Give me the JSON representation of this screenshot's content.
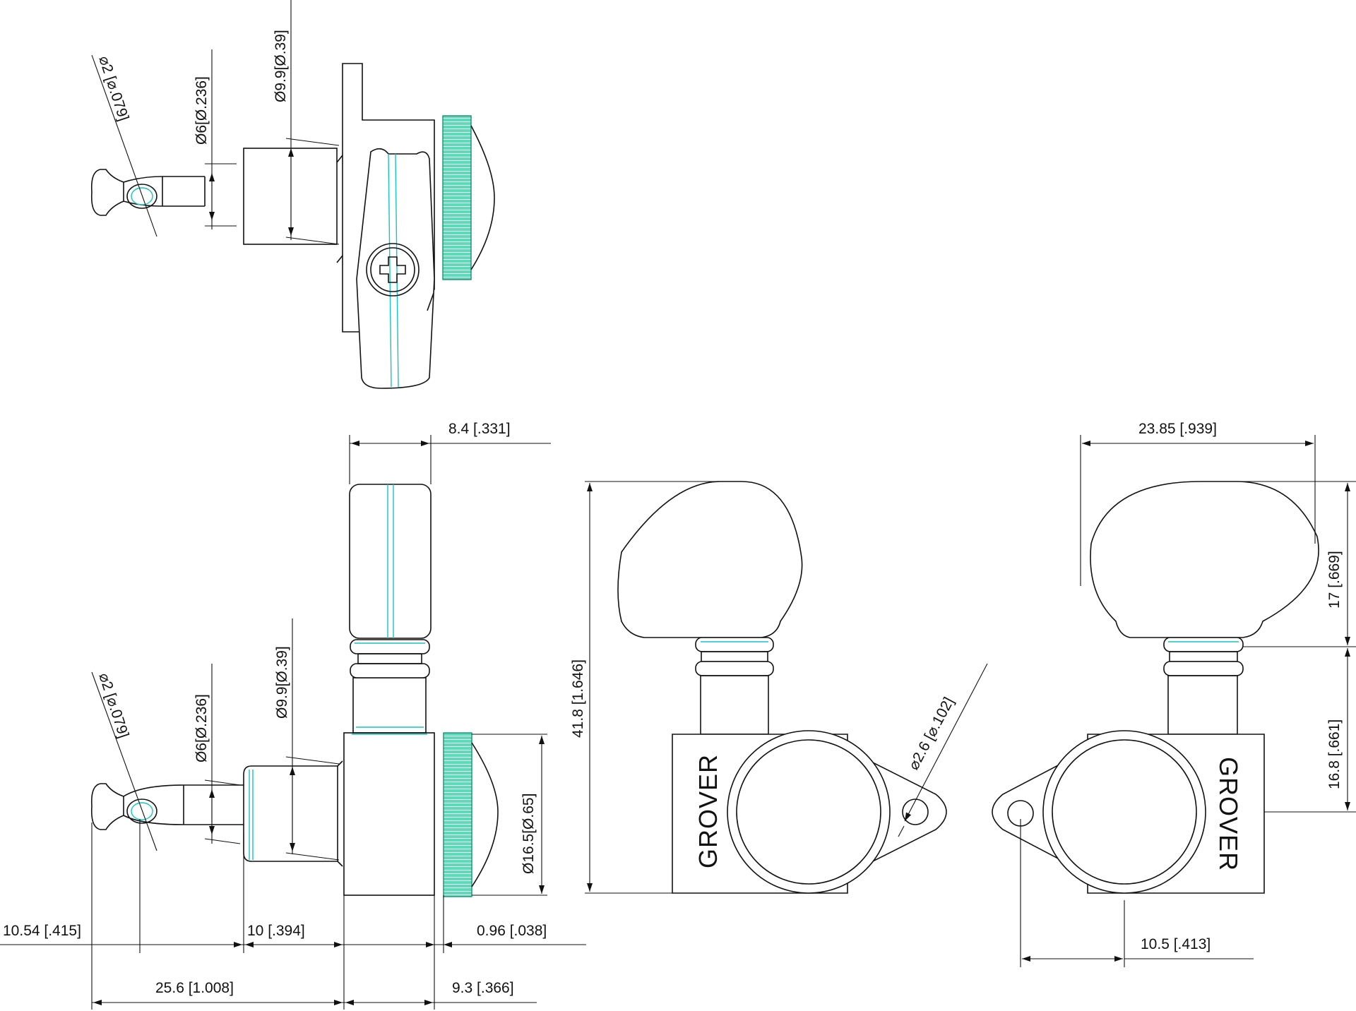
{
  "drawing": {
    "brand_text": "GROVER",
    "colors": {
      "line": "#111111",
      "accent_cyan": "#19c2c2",
      "knurl_green": "#5fd9b8"
    },
    "top_view": {
      "post_hole": "⌀2 [⌀.079]",
      "post_dia": "Ø6[Ø.236]",
      "bushing_dia": "Ø9.9[Ø.39]"
    },
    "side_view": {
      "post_hole": "⌀2 [⌀.079]",
      "post_dia": "Ø6[Ø.236]",
      "bushing_dia": "Ø9.9[Ø.39]",
      "button_width": "8.4 [.331]",
      "knurl_dia": "Ø16.5[Ø.65]",
      "post_tip": "10.54 [.415]",
      "bushing_len": "10 [.394]",
      "washer": "0.96 [.038]",
      "overall_len": "25.6 [1.008]",
      "knurl_len": "9.3 [.366]"
    },
    "front_view": {
      "height": "41.8 [1.646]",
      "mount_hole": "⌀2.6 [⌀.102]"
    },
    "back_view": {
      "button_width": "23.85 [.939]",
      "button_height": "17 [.669]",
      "shaft_height": "16.8 [.661]",
      "hole_offset": "10.5 [.413]"
    }
  }
}
